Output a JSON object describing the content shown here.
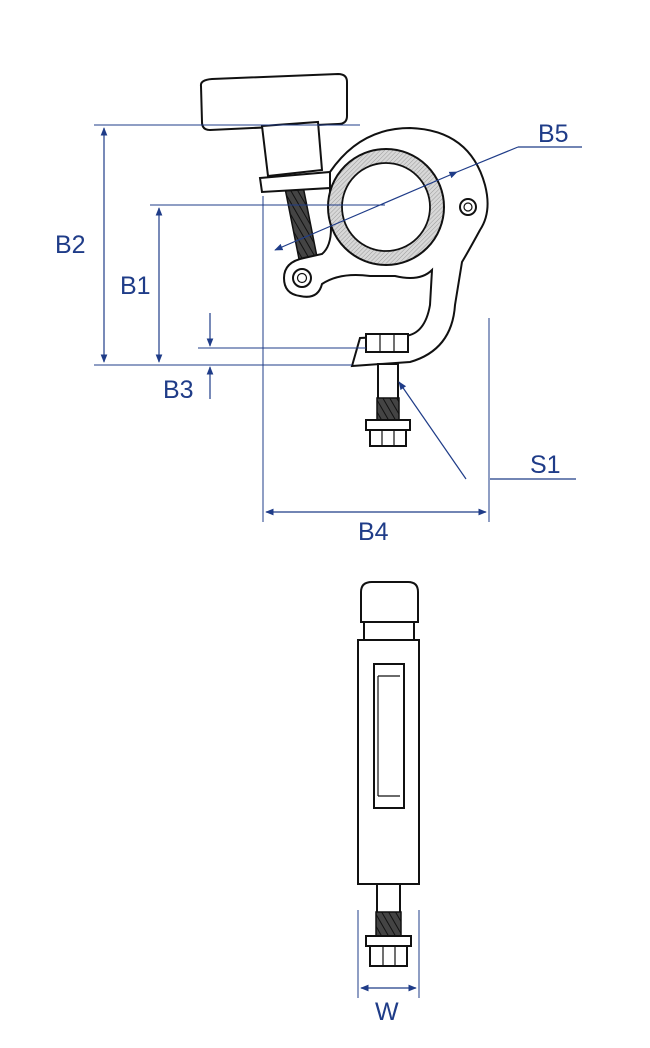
{
  "labels": {
    "b1": "B1",
    "b2": "B2",
    "b3": "B3",
    "b4": "B4",
    "b5": "B5",
    "s1": "S1",
    "w": "W"
  },
  "colors": {
    "dimension": "#1f3c88",
    "outline": "#111111"
  }
}
